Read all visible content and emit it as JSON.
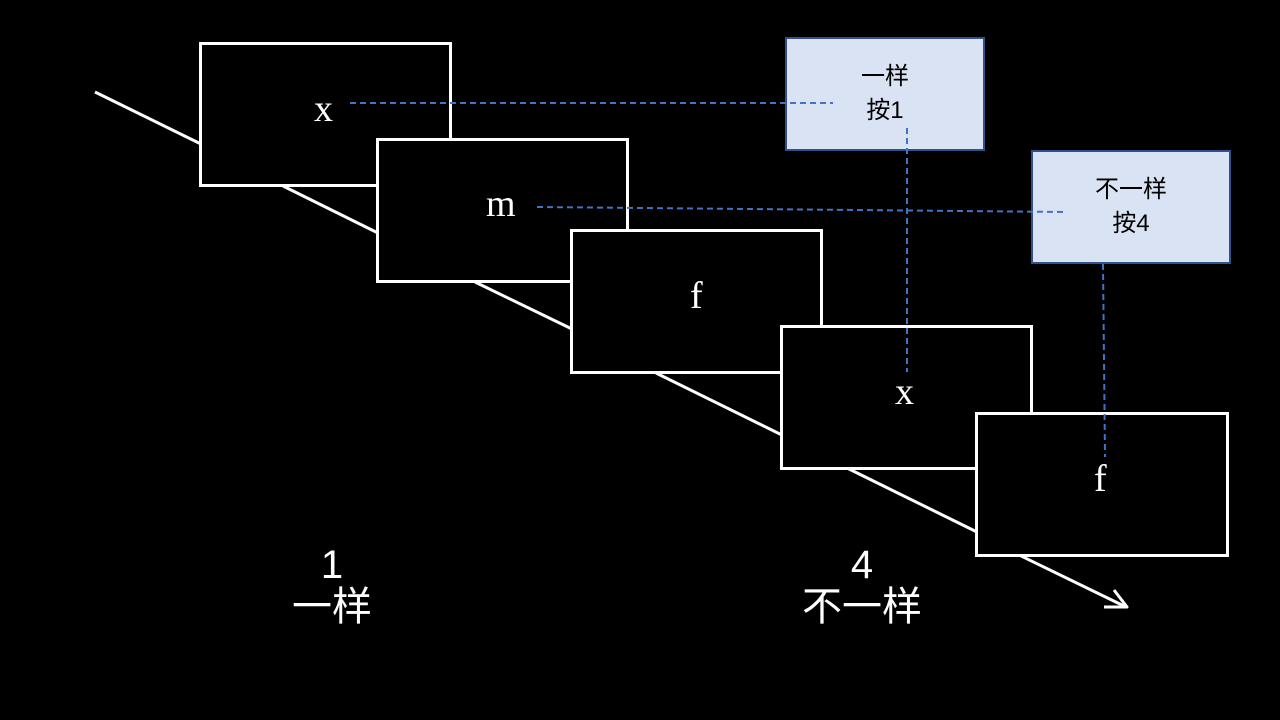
{
  "frames": [
    {
      "letter": "x"
    },
    {
      "letter": "m"
    },
    {
      "letter": "f"
    },
    {
      "letter": "x"
    },
    {
      "letter": "f"
    }
  ],
  "callouts": {
    "same": {
      "line1": "一样",
      "line2": "按1"
    },
    "different": {
      "line1": "不一样",
      "line2": "按4"
    }
  },
  "key_labels": {
    "same": {
      "key": "1",
      "meaning": "一样"
    },
    "different": {
      "key": "4",
      "meaning": "不一样"
    }
  },
  "colors": {
    "background": "#000000",
    "frame_border": "#ffffff",
    "callout_fill": "#dae3f3",
    "callout_border": "#2f528f",
    "dashed_connector": "#4472c4"
  }
}
